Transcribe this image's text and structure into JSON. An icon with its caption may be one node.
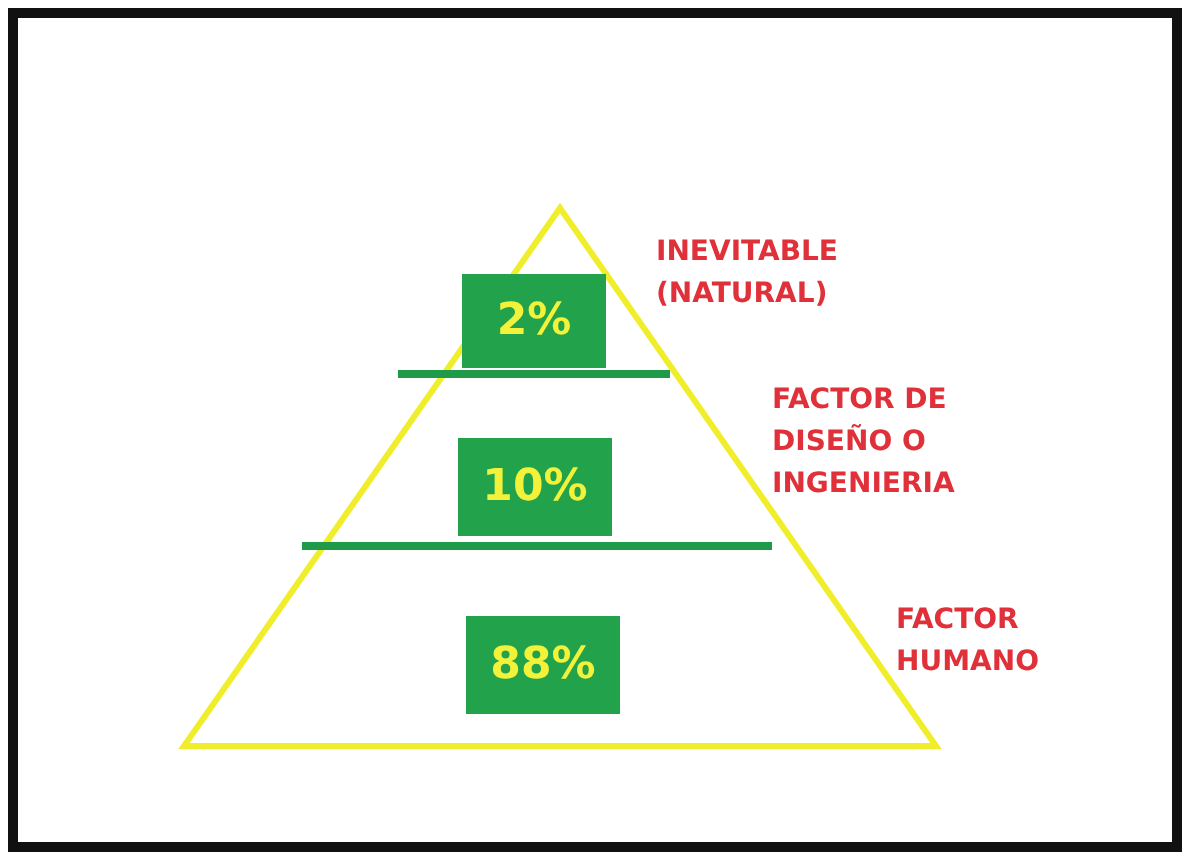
{
  "diagram": {
    "nodes": [
      {
        "text": [
          "2%"
        ]
      },
      {
        "text": [
          "10%"
        ]
      },
      {
        "text": [
          "88%"
        ]
      }
    ],
    "labels": [
      "INEVITABLE (NATURAL)",
      "FACTOR DE DISEÑO O INGENIERIA",
      "FACTOR HUMANO"
    ]
  }
}
